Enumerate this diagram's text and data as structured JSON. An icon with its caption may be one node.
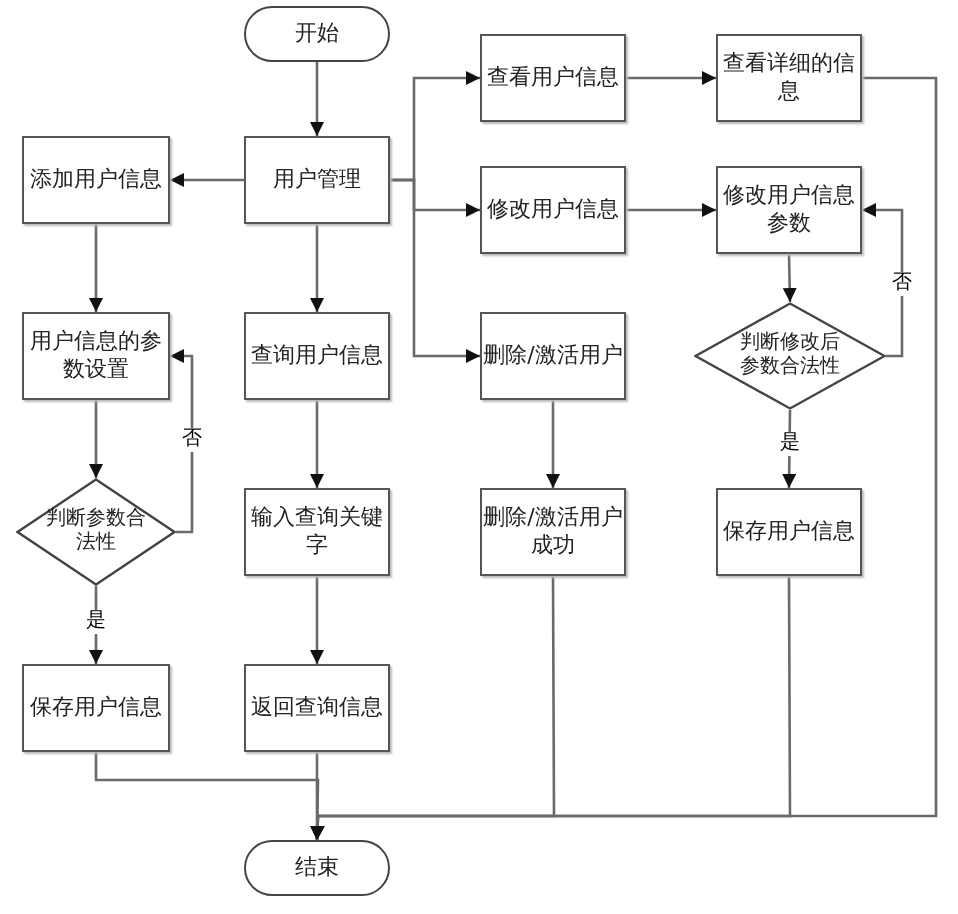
{
  "diagram": {
    "nodes": [
      {
        "text": [
          "开始"
        ]
      },
      {
        "text": [
          "查看用户信息"
        ]
      },
      {
        "text": [
          "查看详细的信息"
        ]
      },
      {
        "text": [
          "添加用户信息"
        ]
      },
      {
        "text": [
          "用户管理"
        ]
      },
      {
        "text": [
          "修改用户信息"
        ]
      },
      {
        "text": [
          "修改用户信息参数"
        ]
      },
      {
        "text": [
          "用户信息的参数设置"
        ]
      },
      {
        "text": [
          "查询用户信息"
        ]
      },
      {
        "text": [
          "删除/激活用户"
        ]
      },
      {
        "text": [
          "判断修改后参数合法性"
        ]
      },
      {
        "text": [
          "判断参数合法性"
        ]
      },
      {
        "text": [
          "输入查询关键字"
        ]
      },
      {
        "text": [
          "删除/激活用户成功"
        ]
      },
      {
        "text": [
          "保存用户信息"
        ]
      },
      {
        "text": [
          "保存用户信息"
        ]
      },
      {
        "text": [
          "返回查询信息"
        ]
      },
      {
        "text": [
          "结束"
        ]
      }
    ],
    "edges": [
      {
        "from": 0,
        "to": 4,
        "arrow": "to"
      },
      {
        "from": 4,
        "to": 3,
        "arrow": "to"
      },
      {
        "from": 4,
        "to": 1,
        "arrow": "to"
      },
      {
        "from": 4,
        "to": 5,
        "arrow": "to"
      },
      {
        "from": 4,
        "to": 9,
        "arrow": "to"
      },
      {
        "from": 4,
        "to": 8,
        "arrow": "to"
      },
      {
        "from": 1,
        "to": 2,
        "arrow": "to"
      },
      {
        "from": 5,
        "to": 6,
        "arrow": "to"
      },
      {
        "from": 6,
        "to": 10,
        "arrow": "to"
      },
      {
        "from": 10,
        "to": 6,
        "arrow": "to",
        "label": "否"
      },
      {
        "from": 10,
        "to": 14,
        "arrow": "to",
        "label": "是"
      },
      {
        "from": 3,
        "to": 7,
        "arrow": "to"
      },
      {
        "from": 7,
        "to": 11,
        "arrow": "to"
      },
      {
        "from": 11,
        "to": 7,
        "arrow": "to",
        "label": "否"
      },
      {
        "from": 11,
        "to": 15,
        "arrow": "to",
        "label": "是"
      },
      {
        "from": 8,
        "to": 12,
        "arrow": "to"
      },
      {
        "from": 12,
        "to": 16,
        "arrow": "to"
      },
      {
        "from": 9,
        "to": 13,
        "arrow": "to"
      },
      {
        "from": 2,
        "to": 17,
        "arrow": "to"
      },
      {
        "from": 13,
        "to": 17,
        "arrow": "to"
      },
      {
        "from": 14,
        "to": 17,
        "arrow": "to"
      },
      {
        "from": 15,
        "to": 17,
        "arrow": "to"
      },
      {
        "from": 16,
        "to": 17,
        "arrow": "to"
      }
    ]
  }
}
